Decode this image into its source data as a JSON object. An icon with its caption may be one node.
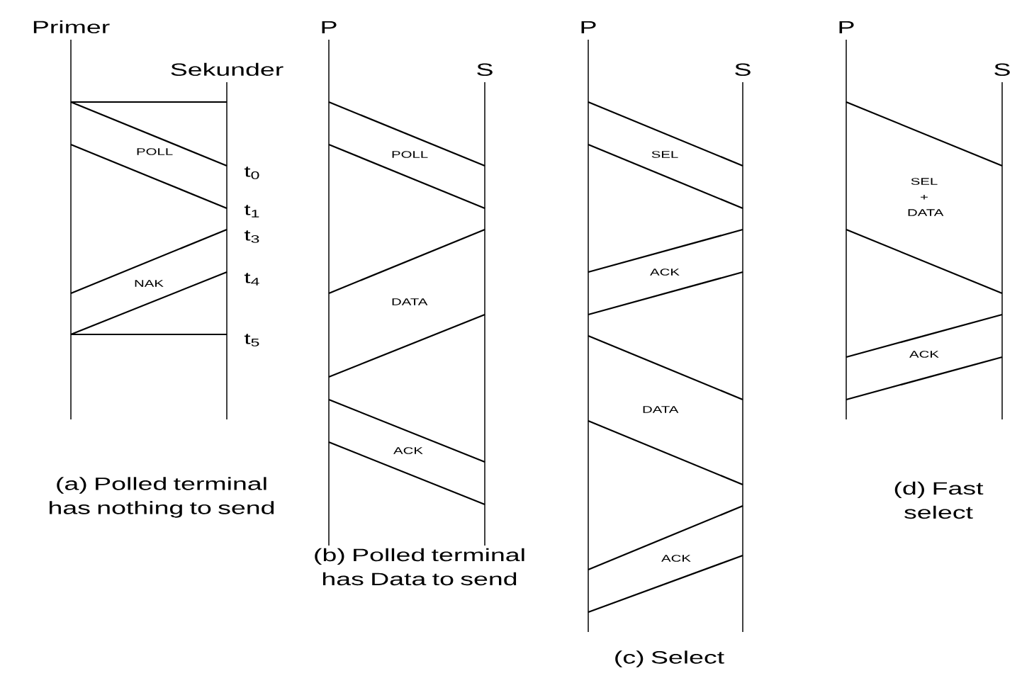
{
  "diagram": {
    "nodes": [
      {
        "text": [
          "Primer"
        ]
      },
      {
        "text": [
          "Sekunder"
        ]
      },
      {
        "text": [
          "P"
        ]
      },
      {
        "text": [
          "S"
        ]
      },
      {
        "text": [
          "P"
        ]
      },
      {
        "text": [
          "S"
        ]
      },
      {
        "text": [
          "P"
        ]
      },
      {
        "text": [
          "S"
        ]
      }
    ],
    "edges": [
      {
        "from": 0,
        "to": 1,
        "arrow": "none"
      },
      {
        "from": 0,
        "to": 1,
        "arrow": "none",
        "label": "POLL"
      },
      {
        "from": 0,
        "to": 1,
        "arrow": "none"
      },
      {
        "from": 1,
        "to": 0,
        "arrow": "none",
        "label": "NAK"
      },
      {
        "from": 1,
        "to": 0,
        "arrow": "none"
      },
      {
        "from": 0,
        "to": 1,
        "arrow": "none"
      },
      {
        "from": 2,
        "to": 3,
        "arrow": "none",
        "label": "POLL"
      },
      {
        "from": 2,
        "to": 3,
        "arrow": "none"
      },
      {
        "from": 3,
        "to": 2,
        "arrow": "none",
        "label": "DATA"
      },
      {
        "from": 3,
        "to": 2,
        "arrow": "none"
      },
      {
        "from": 2,
        "to": 3,
        "arrow": "none",
        "label": "ACK"
      },
      {
        "from": 2,
        "to": 3,
        "arrow": "none"
      },
      {
        "from": 4,
        "to": 5,
        "arrow": "none",
        "label": "SEL"
      },
      {
        "from": 4,
        "to": 5,
        "arrow": "none"
      },
      {
        "from": 5,
        "to": 4,
        "arrow": "none",
        "label": "ACK"
      },
      {
        "from": 5,
        "to": 4,
        "arrow": "none"
      },
      {
        "from": 4,
        "to": 5,
        "arrow": "none",
        "label": "DATA"
      },
      {
        "from": 4,
        "to": 5,
        "arrow": "none"
      },
      {
        "from": 5,
        "to": 4,
        "arrow": "none",
        "label": "ACK"
      },
      {
        "from": 5,
        "to": 4,
        "arrow": "none"
      },
      {
        "from": 6,
        "to": 7,
        "arrow": "none",
        "label": "SEL + DATA"
      },
      {
        "from": 6,
        "to": 7,
        "arrow": "none"
      },
      {
        "from": 7,
        "to": 6,
        "arrow": "none",
        "label": "ACK"
      },
      {
        "from": 7,
        "to": 6,
        "arrow": "none"
      }
    ],
    "labels": [
      "t$_{0}$",
      "t$_{1}$",
      "t$_{3}$",
      "t$_{4}$",
      "t$_{5}$",
      "(a) Polled terminal has nothing to send",
      "(b) Polled terminal has Data to send",
      "(c) Select",
      "(d) Fast select"
    ]
  }
}
